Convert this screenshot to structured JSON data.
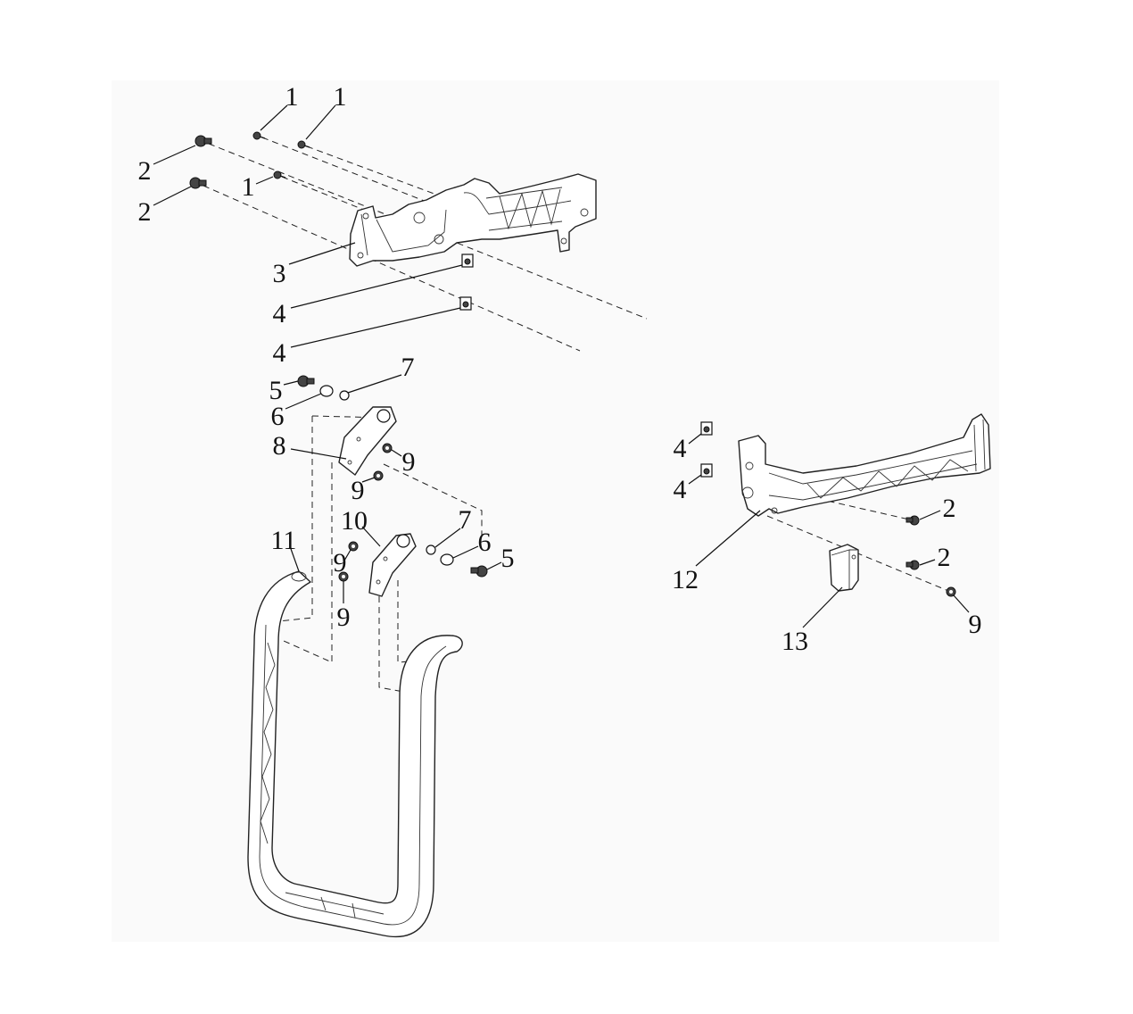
{
  "callouts": [
    "1",
    "1",
    "2",
    "1",
    "2",
    "3",
    "4",
    "4",
    "5",
    "7",
    "6",
    "8",
    "9",
    "9",
    "10",
    "7",
    "6",
    "5",
    "11",
    "9",
    "9",
    "4",
    "4",
    "2",
    "2",
    "12",
    "13",
    "9"
  ],
  "colors": {
    "line": "#222222",
    "background": "#ffffff",
    "panel": "#fafafa"
  }
}
